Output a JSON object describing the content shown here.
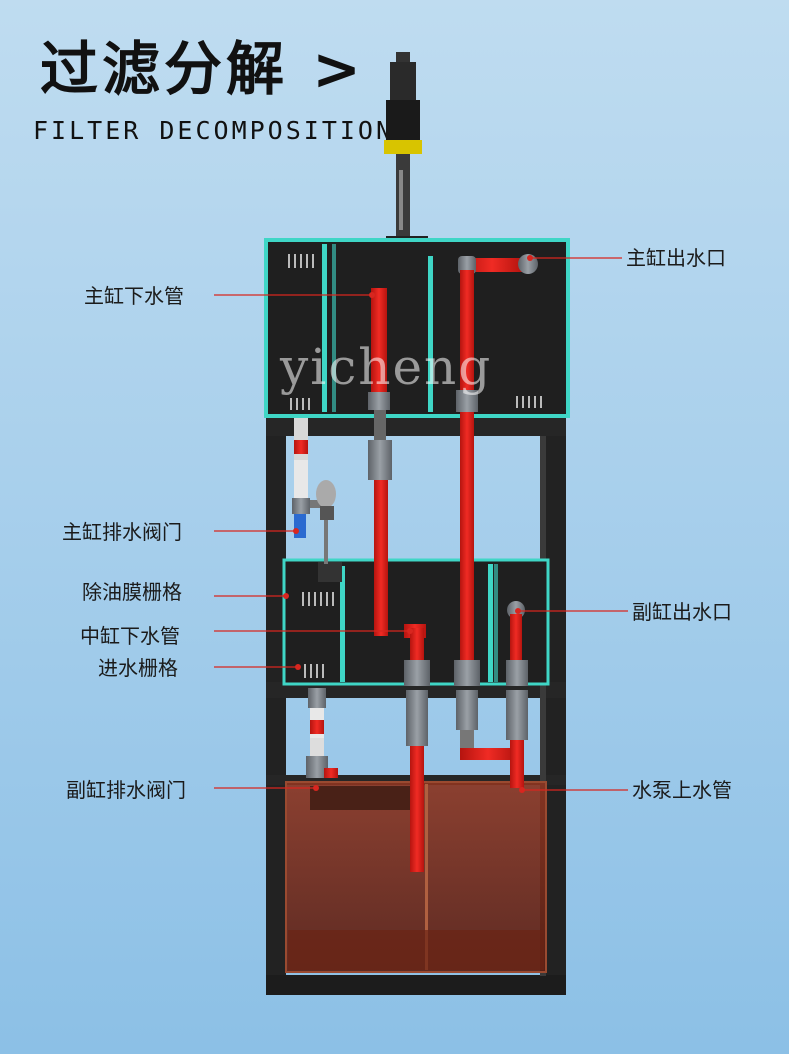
{
  "header": {
    "title": "过滤分解 >",
    "subtitle": "FILTER DECOMPOSITION"
  },
  "watermark": "yicheng",
  "labels": {
    "main_tank_drain_pipe": "主缸下水管",
    "main_tank_outlet": "主缸出水口",
    "main_tank_drain_valve": "主缸排水阀门",
    "oil_film_grille": "除油膜栅格",
    "middle_tank_drain_pipe": "中缸下水管",
    "inlet_grille": "进水栅格",
    "sub_tank_outlet": "副缸出水口",
    "sub_tank_drain_valve": "副缸排水阀门",
    "pump_riser_pipe": "水泵上水管"
  },
  "colors": {
    "pipe_red": "#e0201c",
    "glass_edge": "#3fd6c6",
    "tank_dark": "#1e1e1e",
    "sump_water": "#7a2a18",
    "leader_line": "#d8261f"
  }
}
